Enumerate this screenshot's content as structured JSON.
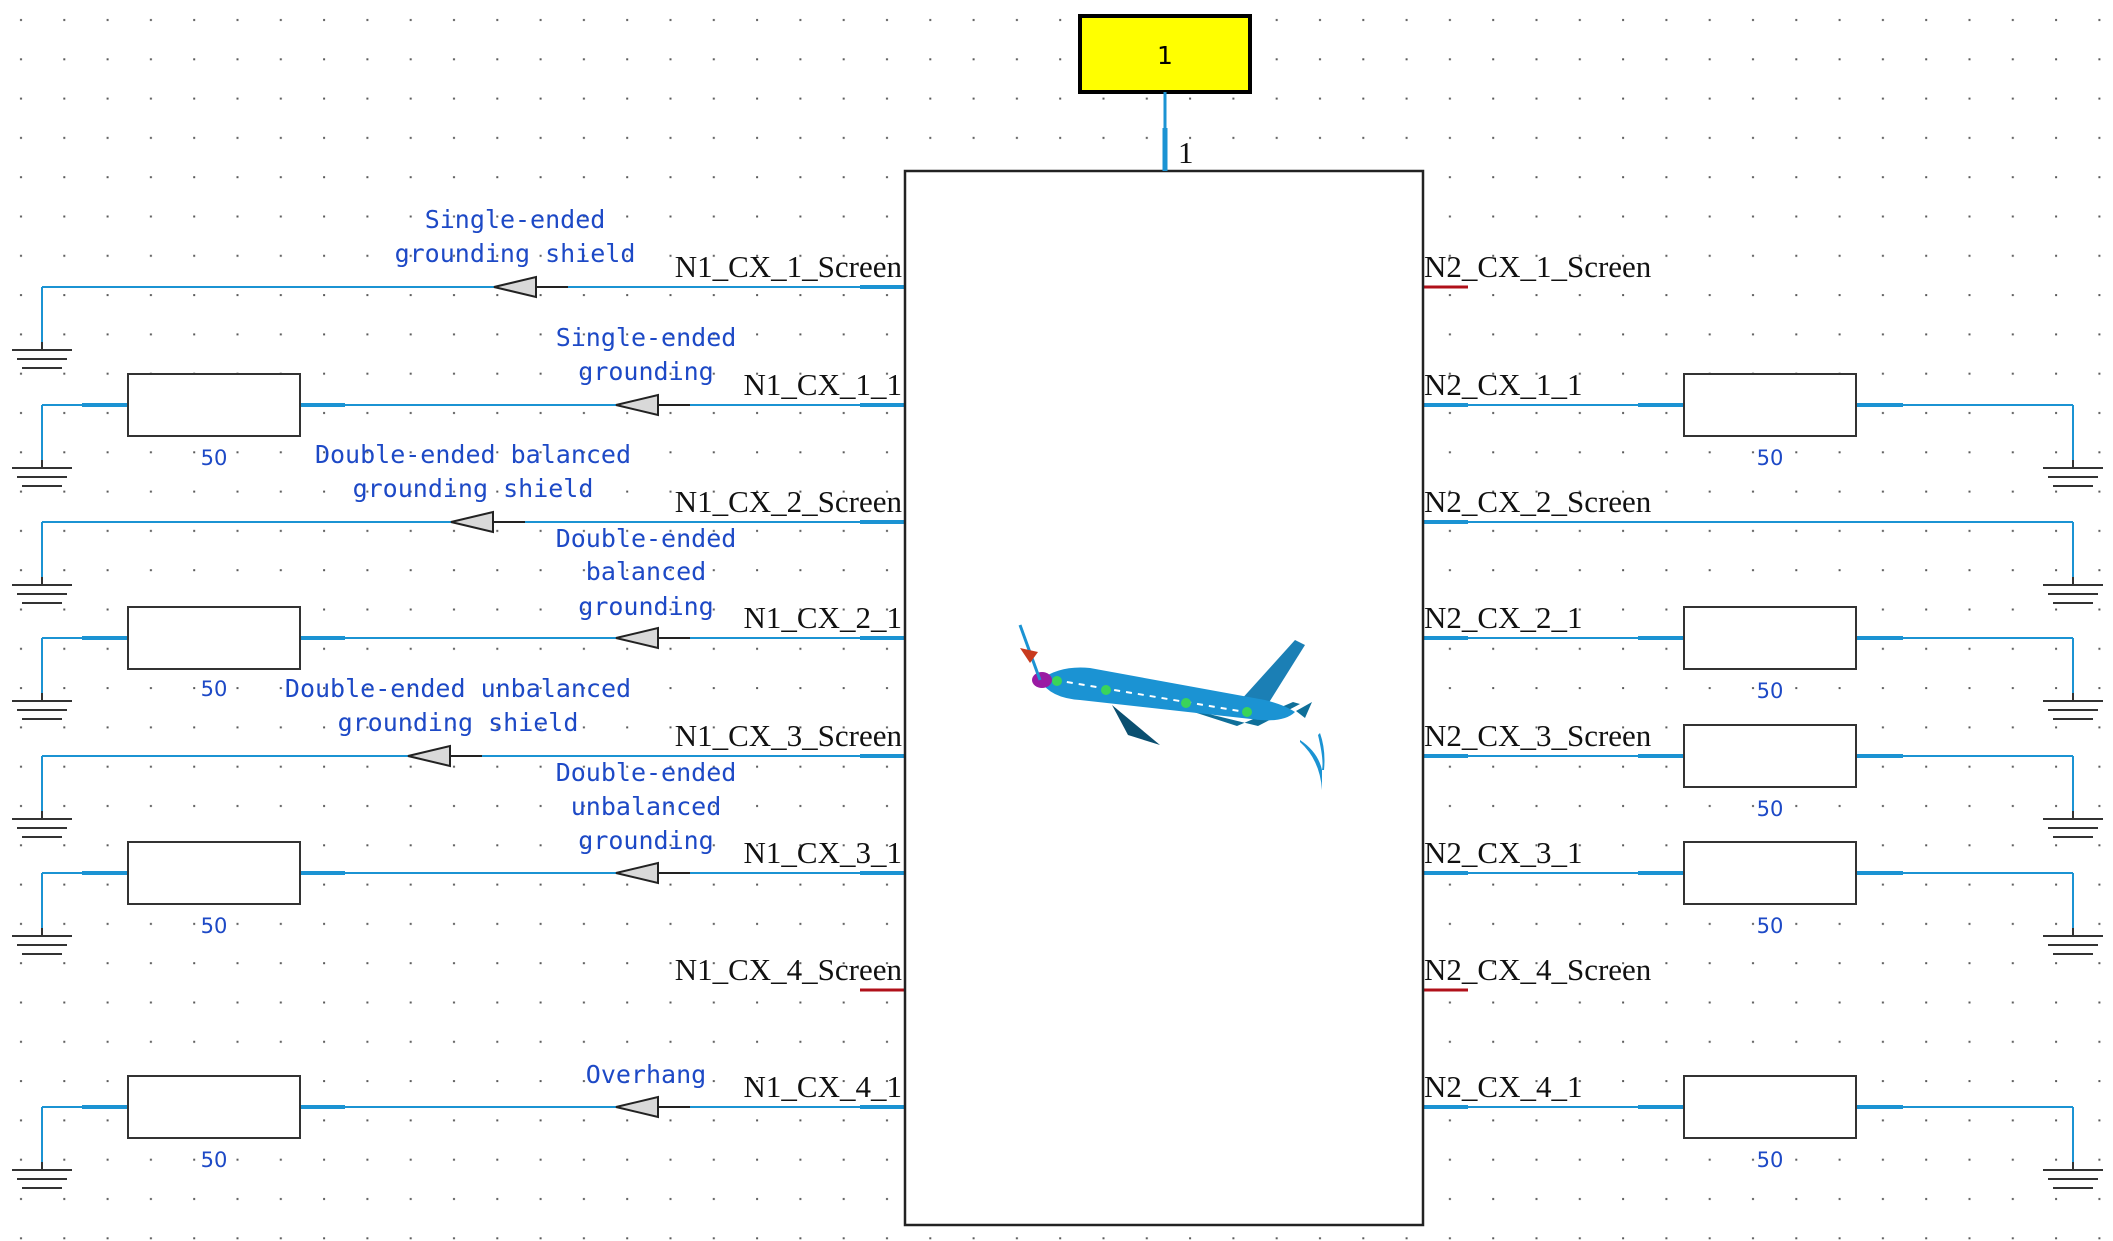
{
  "colors": {
    "wire": "#1b93d3",
    "annotation": "#1d49c6",
    "pin_text": "#111111",
    "stub_red": "#b0101a",
    "block_border": "#222222",
    "tag_fill": "#ffff00",
    "grid_dot": "#5a5a5a"
  },
  "top_tag": {
    "label": "1",
    "pin_label": "1"
  },
  "center_icon": "airplane-icon",
  "left": {
    "pins": [
      "N1_CX_1_Screen",
      "N1_CX_1_1",
      "N1_CX_2_Screen",
      "N1_CX_2_1",
      "N1_CX_3_Screen",
      "N1_CX_3_1",
      "N1_CX_4_Screen",
      "N1_CX_4_1"
    ],
    "annotations": [
      [
        "Single-ended",
        "grounding shield"
      ],
      [
        "Single-ended",
        "grounding"
      ],
      [
        "Double-ended balanced",
        "grounding shield"
      ],
      [
        "Double-ended",
        "balanced",
        "grounding"
      ],
      [
        "Double-ended unbalanced",
        "grounding shield"
      ],
      [
        "Double-ended",
        "unbalanced",
        "grounding"
      ],
      [],
      [
        "Overhang"
      ]
    ],
    "resistor_values": [
      "50",
      "50",
      "50",
      "50"
    ]
  },
  "right": {
    "pins": [
      "N2_CX_1_Screen",
      "N2_CX_1_1",
      "N2_CX_2_Screen",
      "N2_CX_2_1",
      "N2_CX_3_Screen",
      "N2_CX_3_1",
      "N2_CX_4_Screen",
      "N2_CX_4_1"
    ],
    "resistor_values": [
      "50",
      "50",
      "50",
      "50",
      "50"
    ]
  }
}
